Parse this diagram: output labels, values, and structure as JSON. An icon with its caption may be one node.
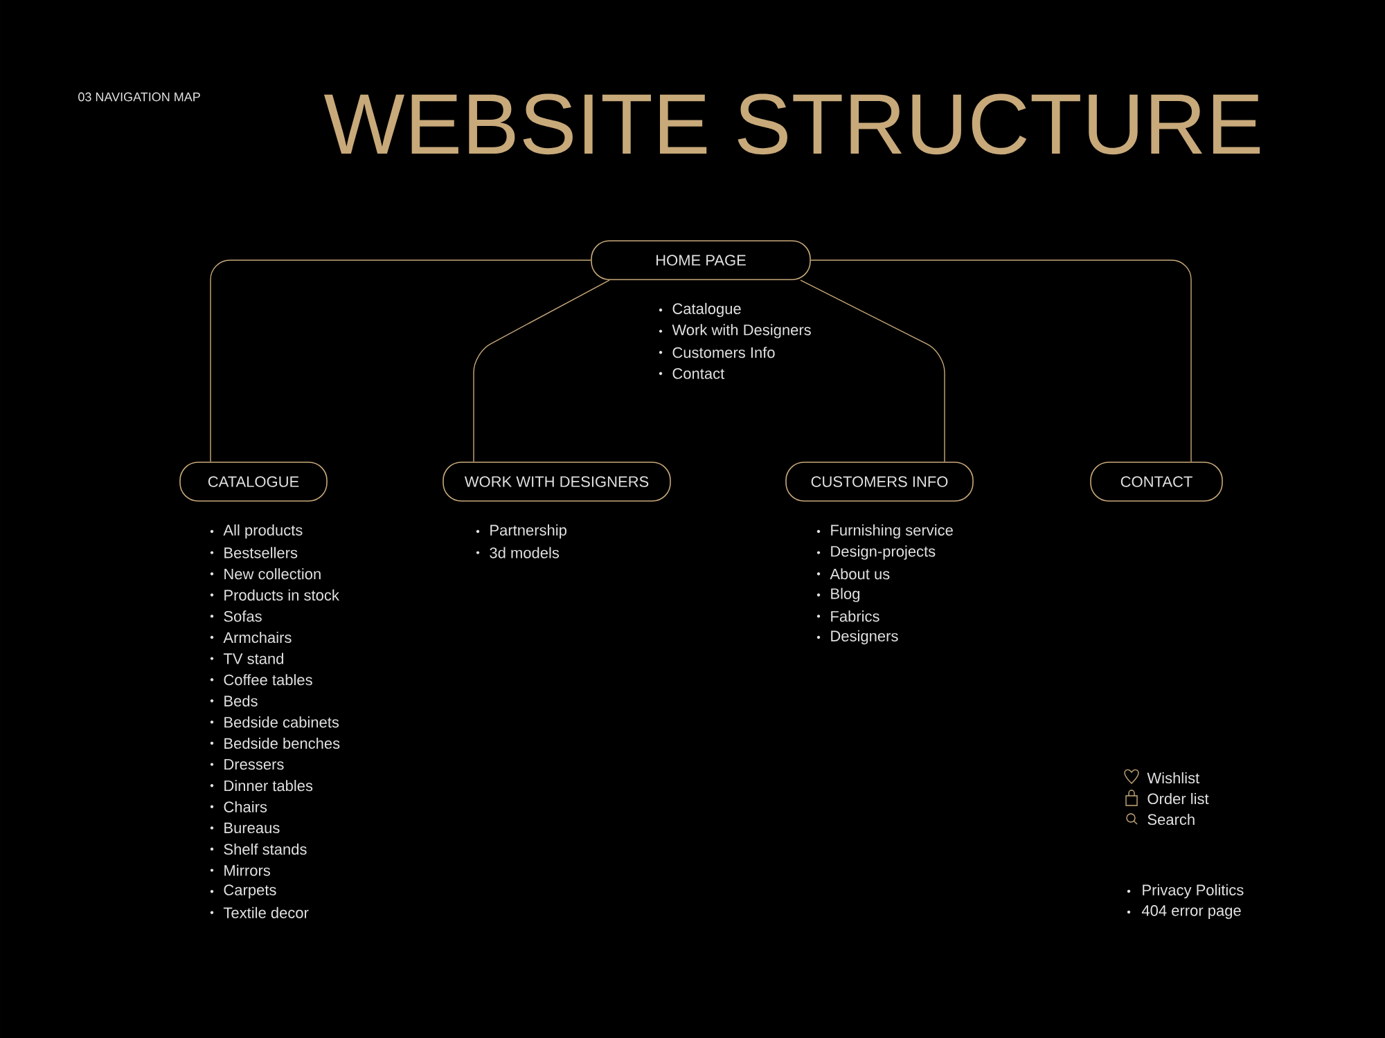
{
  "diagram": {
    "title": "WEBSITE STRUCTURE",
    "nodes": [
      {
        "text": [
          "HOME PAGE"
        ],
        "beside": [
          "Catalogue",
          "Work with Designers",
          "Customers Info",
          "Contact"
        ]
      },
      {
        "text": [
          "CATALOGUE"
        ],
        "beside": [
          "All products",
          "Bestsellers",
          "New collection",
          "Products in stock",
          "Sofas",
          "Armchairs",
          "TV stand",
          "Coffee tables",
          "Beds",
          "Bedside cabinets",
          "Bedside benches",
          "Dressers",
          "Dinner tables",
          "Chairs",
          "Bureaus",
          "Shelf stands",
          "Mirrors",
          "Carpets",
          "Textile decor"
        ]
      },
      {
        "text": [
          "WORK WITH DESIGNERS"
        ],
        "beside": [
          "Partnership",
          "3d models"
        ]
      },
      {
        "text": [
          "CUSTOMERS INFO"
        ],
        "beside": [
          "Furnishing service",
          "Design-projects",
          "About us",
          "Blog",
          "Fabrics",
          "Designers"
        ]
      },
      {
        "text": [
          "CONTACT"
        ]
      }
    ],
    "edges": [
      {
        "from": 0,
        "to": 1,
        "arrow": "none"
      },
      {
        "from": 0,
        "to": 2,
        "arrow": "none"
      },
      {
        "from": 0,
        "to": 3,
        "arrow": "none"
      },
      {
        "from": 0,
        "to": 4,
        "arrow": "none"
      }
    ],
    "labels": [
      "03 NAVIGATION MAP",
      "Wishlist",
      "Order list",
      "Search",
      "Privacy Politics",
      "404 error page"
    ]
  }
}
